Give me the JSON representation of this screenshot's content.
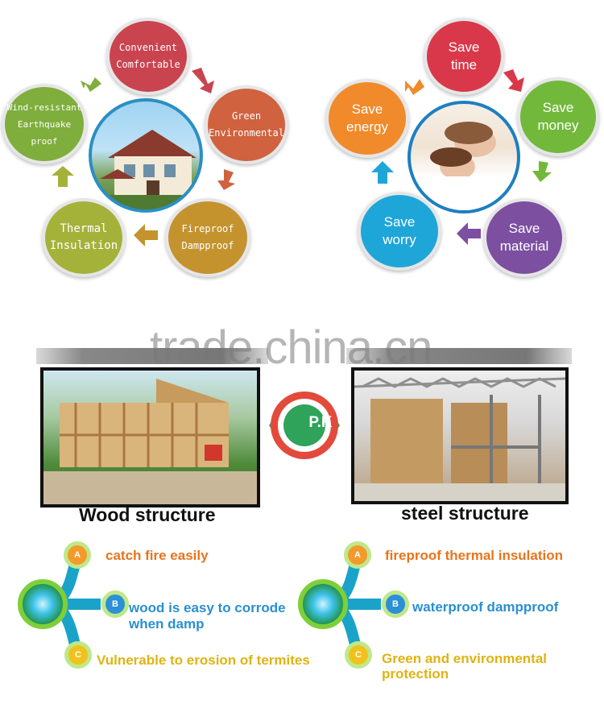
{
  "diagram_left": {
    "items": [
      {
        "line1": "Convenient",
        "line2": "Comfortable",
        "color": "#c9444f"
      },
      {
        "line1": "Green",
        "line2": "Environmental",
        "color": "#d0623f"
      },
      {
        "line1": "Fireproof",
        "line2": "Dampproof",
        "color": "#c4932e"
      },
      {
        "line1": "Thermal",
        "line2": "Insulation",
        "color": "#a5b23a"
      },
      {
        "line1": "Wind-resistant",
        "line2": "Earthquake proof",
        "color": "#7fae3c"
      }
    ],
    "center": "house-photo"
  },
  "diagram_right": {
    "items": [
      {
        "line1": "Save",
        "line2": "time",
        "color": "#d9384a"
      },
      {
        "line1": "Save",
        "line2": "money",
        "color": "#72b93b"
      },
      {
        "line1": "Save",
        "line2": "material",
        "color": "#7c4fa0"
      },
      {
        "line1": "Save",
        "line2": "worry",
        "color": "#1ea6d9"
      },
      {
        "line1": "Save",
        "line2": "energy",
        "color": "#f08a2a"
      }
    ],
    "center": "sleeping-people-photo"
  },
  "watermark": "trade.china.cn",
  "comparison": {
    "badge": "P.K",
    "left_caption": "Wood structure",
    "right_caption": "steel structure"
  },
  "wood_features": {
    "a": "A",
    "b": "B",
    "c": "C",
    "a_text": "catch fire easily",
    "b_line1": "wood is easy to corrode",
    "b_line2": "when damp",
    "c_text": "Vulnerable to erosion of termites"
  },
  "steel_features": {
    "a": "A",
    "b": "B",
    "c": "C",
    "a_text": "fireproof thermal insulation",
    "b_text": "waterproof dampproof",
    "c_line1": "Green and environmental",
    "c_line2": "protection"
  },
  "colors": {
    "orange_text": "#e8741c",
    "blue_text": "#2a8fd0",
    "yellow_text": "#e0b312",
    "pk_red": "#e24a3b",
    "pk_green": "#2fa35a"
  }
}
